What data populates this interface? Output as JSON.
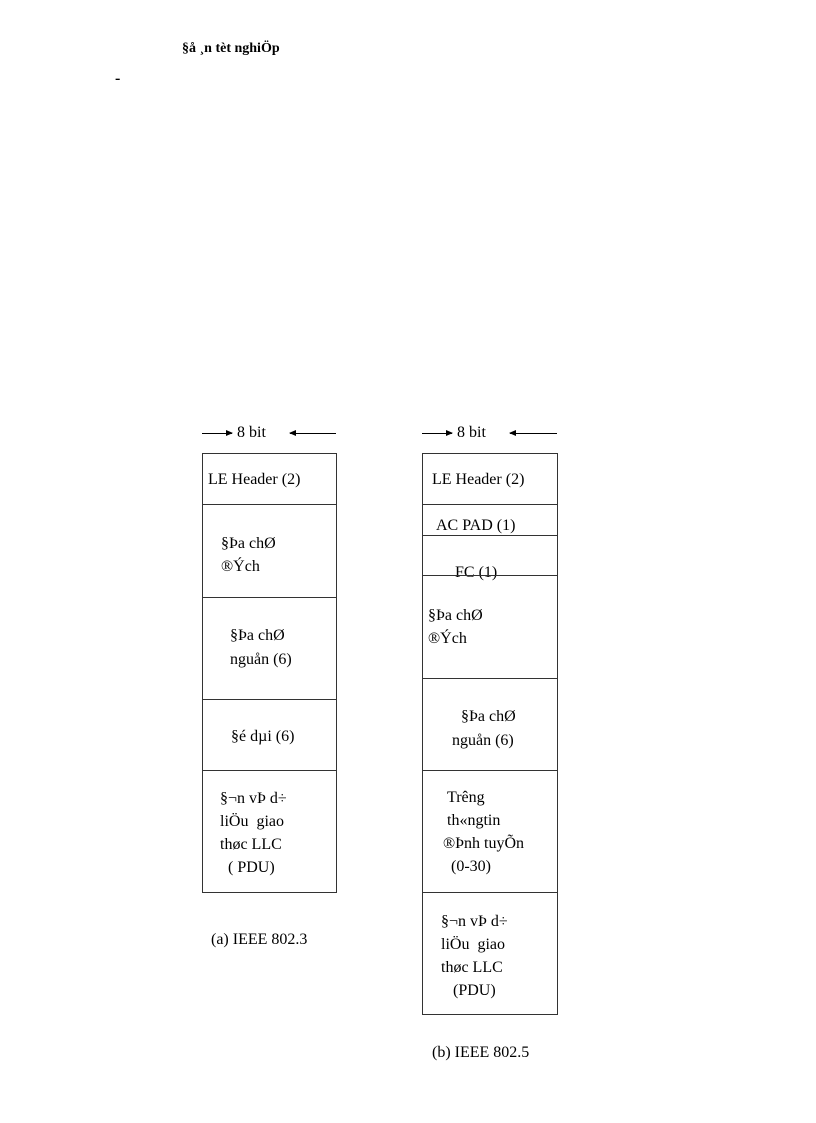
{
  "header": {
    "title": "§å ¸n tèt nghiÖp",
    "bullet": "-"
  },
  "diagram_a": {
    "width_label": "8 bit",
    "fields": [
      {
        "lines": [
          "LE Header (2)"
        ]
      },
      {
        "lines": [
          "§Þa chØ",
          "®Ých"
        ]
      },
      {
        "lines": [
          "§Þa chØ",
          "nguån (6)"
        ]
      },
      {
        "lines": [
          "§é dµi (6)"
        ]
      },
      {
        "lines": [
          "§¬n vÞ d÷",
          "liÖu  giao",
          "thøc LLC",
          "  ( PDU)"
        ]
      }
    ],
    "caption": "(a)  IEEE 802.3"
  },
  "diagram_b": {
    "width_label": "8 bit",
    "fields": [
      {
        "lines": [
          "LE Header (2)"
        ]
      },
      {
        "lines": [
          "AC PAD (1)"
        ]
      },
      {
        "lines": [
          "FC (1)"
        ]
      },
      {
        "lines": [
          "§Þa chØ",
          "®Ých"
        ]
      },
      {
        "lines": [
          "§Þa chØ",
          "nguån (6)"
        ]
      },
      {
        "lines": [
          "Trêng",
          "th«ngtin",
          "®Þnh tuyÕn",
          "  (0-30)"
        ]
      },
      {
        "lines": [
          "§¬n vÞ d÷",
          "liÖu  giao",
          "thøc LLC",
          "   (PDU)"
        ]
      }
    ],
    "caption": "(b) IEEE  802.5"
  }
}
